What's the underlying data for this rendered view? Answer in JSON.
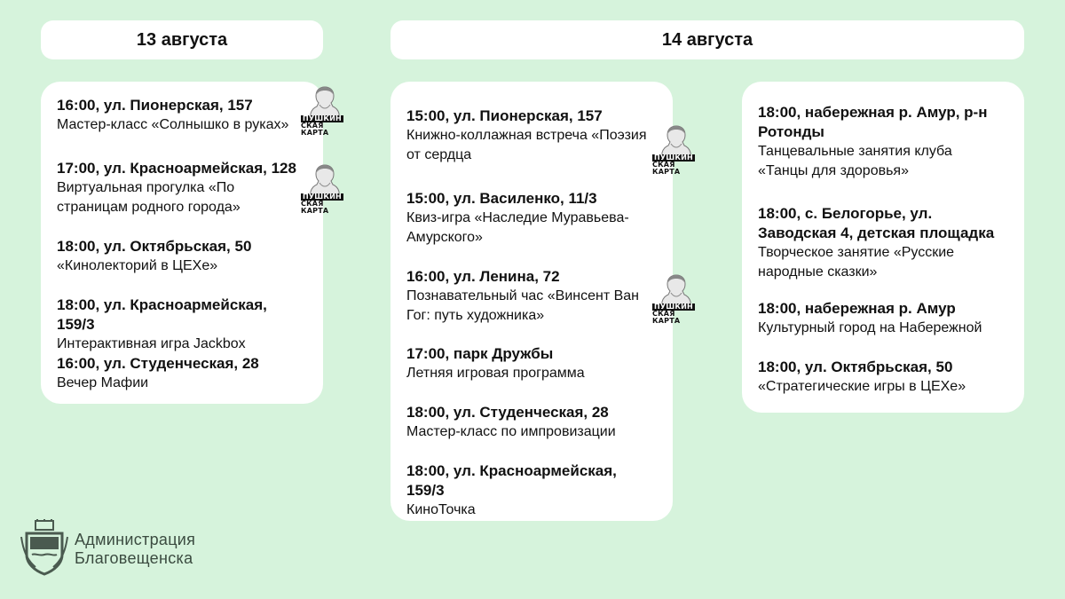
{
  "day1": {
    "label": "13 августа"
  },
  "day2": {
    "label": "14 августа"
  },
  "col1": [
    {
      "time": "16:00, ул. Пионерская, 157",
      "desc": "Мастер-класс «Солнышко в руках»"
    },
    {
      "time": "17:00, ул. Красноармейская, 128",
      "desc": "Виртуальная прогулка «По страницам родного города»"
    },
    {
      "time": "18:00, ул. Октябрьская, 50",
      "desc": "«Кинолекторий в ЦЕХе»"
    },
    {
      "time": "18:00, ул. Красноармейская, 159/3",
      "desc": "Интерактивная игра Jackbox"
    },
    {
      "time": "16:00, ул. Студенческая, 28",
      "desc": "Вечер Мафии"
    }
  ],
  "col2": [
    {
      "time": "15:00, ул. Пионерская, 157",
      "desc": "Книжно-коллажная встреча «Поэзия от сердца"
    },
    {
      "time": "15:00, ул. Василенко, 11/3",
      "desc": "Квиз-игра «Наследие Муравьева-Амурского»"
    },
    {
      "time": "16:00, ул. Ленина, 72",
      "desc": "Познавательный час «Винсент Ван Гог: путь художника»"
    },
    {
      "time": "17:00, парк Дружбы",
      "desc": "Летняя игровая программа"
    },
    {
      "time": "18:00, ул. Студенческая, 28",
      "desc": "Мастер-класс по импровизации"
    },
    {
      "time": "18:00, ул. Красноармейская, 159/3",
      "desc": "КиноТочка"
    }
  ],
  "col3": [
    {
      "time": "18:00, набережная р. Амур, р-н Ротонды",
      "desc": "Танцевальные занятия клуба «Танцы для здоровья»"
    },
    {
      "time": "18:00, с. Белогорье, ул. Заводская 4, детская площадка",
      "desc": "Творческое занятие «Русские народные сказки»"
    },
    {
      "time": "18:00, набережная р. Амур",
      "desc": "Культурный город на Набережной"
    },
    {
      "time": "18:00, ул. Октябрьская, 50",
      "desc": "«Стратегические игры в ЦЕХе»"
    }
  ],
  "pushkin_card": {
    "line1": "ПУШКИН",
    "line2": "СКАЯ",
    "line3": "КАРТА"
  },
  "footer": {
    "org_line1": "Администрация",
    "org_line2": "Благовещенска"
  },
  "colors": {
    "background": "#d6f3dc",
    "card": "#ffffff",
    "text": "#111111",
    "logo_text": "#3b4b40"
  }
}
